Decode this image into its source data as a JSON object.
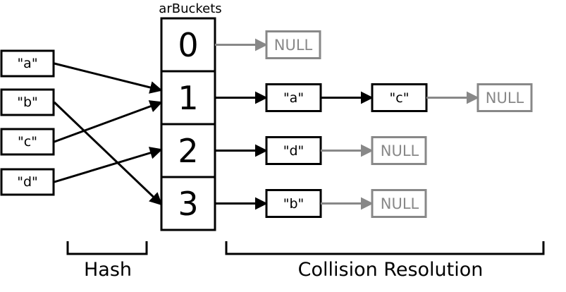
{
  "title": "arBuckets",
  "buckets": [
    "0",
    "1",
    "2",
    "3"
  ],
  "input_keys": [
    "\"a\"",
    "\"b\"",
    "\"c\"",
    "\"d\""
  ],
  "chains": [
    {
      "bucket": "0",
      "nodes": [],
      "terminator": "NULL"
    },
    {
      "bucket": "1",
      "nodes": [
        "\"a\"",
        "\"c\""
      ],
      "terminator": "NULL"
    },
    {
      "bucket": "2",
      "nodes": [
        "\"d\""
      ],
      "terminator": "NULL"
    },
    {
      "bucket": "3",
      "nodes": [
        "\"b\""
      ],
      "terminator": "NULL"
    }
  ],
  "hash_mapping": [
    {
      "key": "\"a\"",
      "bucket": "1"
    },
    {
      "key": "\"b\"",
      "bucket": "3"
    },
    {
      "key": "\"c\"",
      "bucket": "1"
    },
    {
      "key": "\"d\"",
      "bucket": "2"
    }
  ],
  "captions": {
    "hash": "Hash",
    "collision": "Collision Resolution"
  },
  "colors": {
    "stroke": "#000000",
    "null_gray": "#888888",
    "background": "#ffffff"
  }
}
